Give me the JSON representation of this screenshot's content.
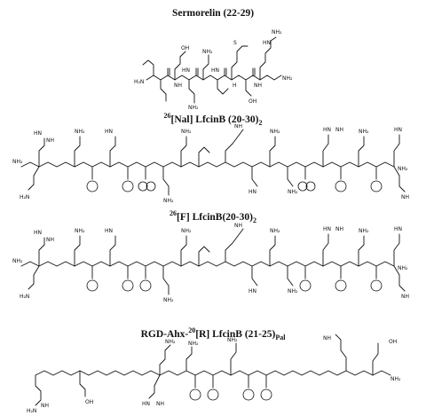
{
  "figures": [
    {
      "title_base": "Sermorelin (22-29)",
      "title_sup": "",
      "title_sub": "",
      "labels": [
        "H₂N",
        "NH",
        "HN",
        "NH₂",
        "OH",
        "HN",
        "NH₂",
        "NH₂",
        "NH",
        "OH",
        "H",
        "NH₂",
        "S",
        "HN"
      ]
    },
    {
      "title_sup": "26",
      "title_base": "[Nal] LfcinB (20-30)",
      "title_sub": "2",
      "labels": [
        "HN",
        "NH₂",
        "H₂N",
        "NH",
        "NH₂",
        "HN",
        "NH₂",
        "NH₂",
        "NH",
        "HN",
        "NH₂",
        "NH₂",
        "HN",
        "NH",
        "NH₂",
        "NH₂",
        "HN",
        "NH"
      ]
    },
    {
      "title_sup": "26",
      "title_base": "[F] LfcinB(20-30)",
      "title_sub": "2",
      "labels": [
        "HN",
        "NH₂",
        "H₂N",
        "NH",
        "NH₂",
        "HN",
        "NH₂",
        "NH₂",
        "NH",
        "HN",
        "NH₂",
        "NH₂",
        "HN",
        "NH",
        "NH₂",
        "NH₂",
        "HN",
        "NH"
      ]
    },
    {
      "title_base": "RGD-Ahx-",
      "title_sup": "20",
      "title_base2": "[R] LfcinB (21-25)",
      "title_sub": "Pal",
      "labels": [
        "H₂N",
        "NH",
        "OH",
        "HN",
        "NH₂",
        "NH",
        "NH₂",
        "OH",
        "NH₂",
        "NH",
        "NH₂"
      ]
    }
  ]
}
